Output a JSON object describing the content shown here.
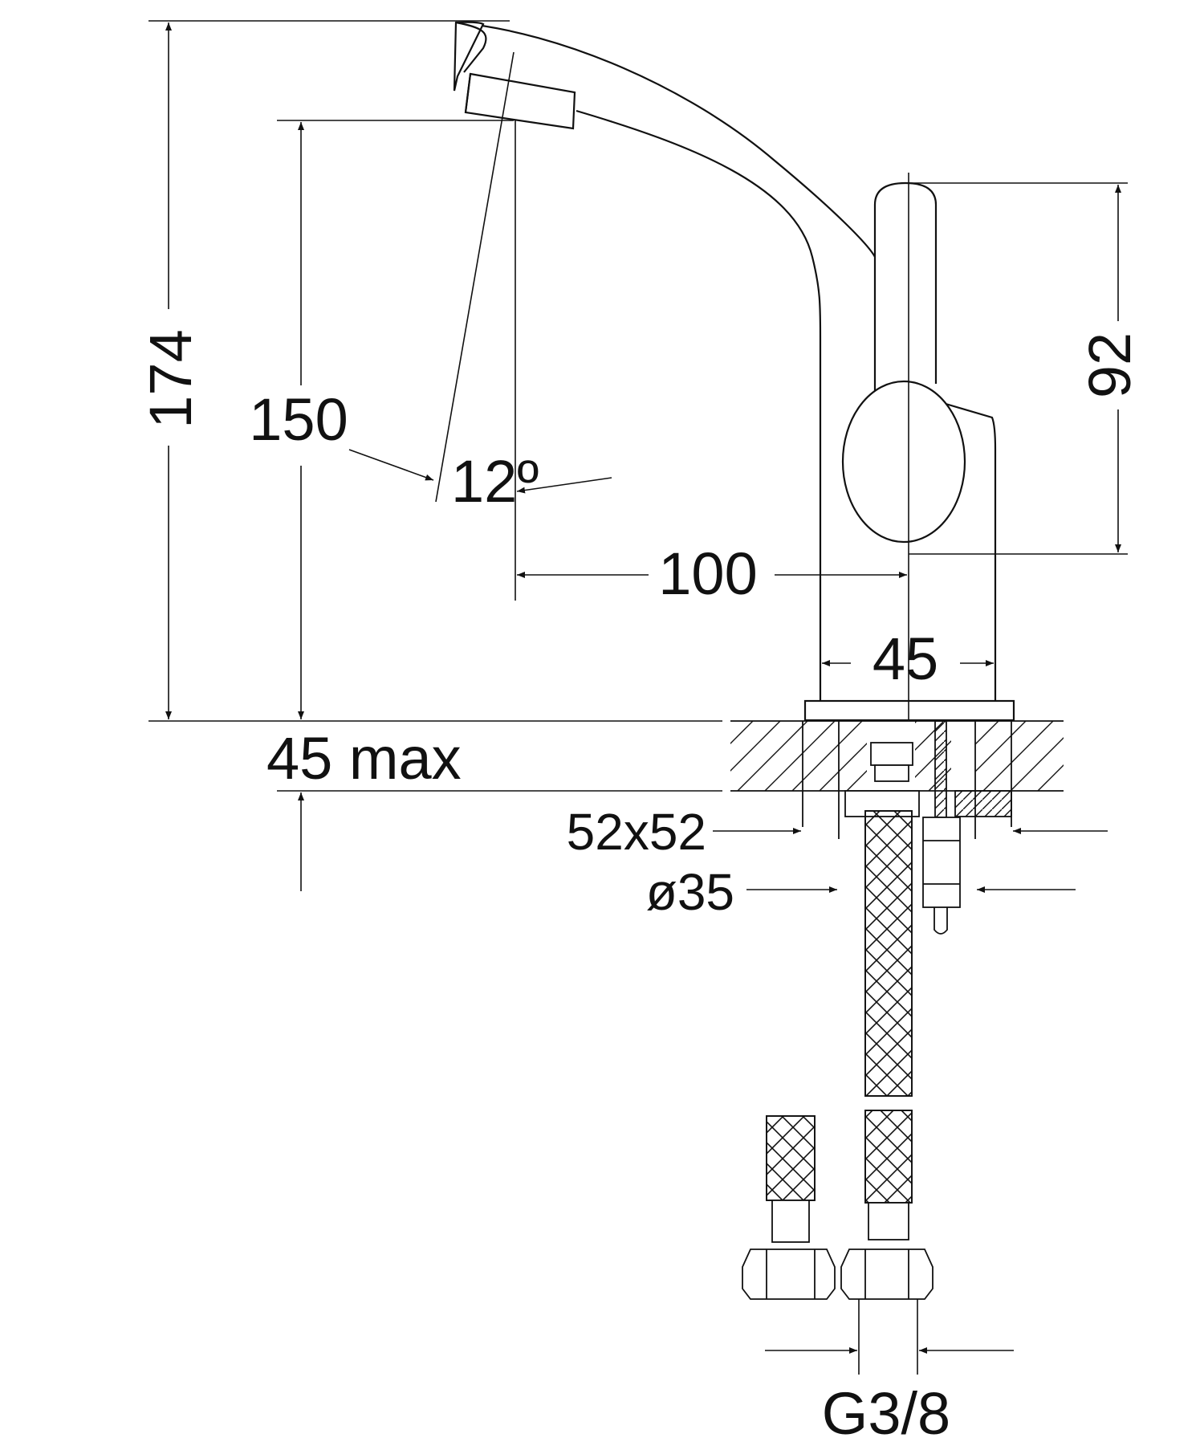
{
  "drawing": {
    "line_color": "#111111",
    "background": "#ffffff",
    "dimensions": {
      "overall_height": "174",
      "spout_height": "150",
      "spout_angle": "12º",
      "reach": "100",
      "handle_height": "92",
      "body_width": "45",
      "counter_thickness": "45 max",
      "hole_square": "52x52",
      "hole_diameter": "ø35",
      "connection_thread": "G3/8"
    }
  }
}
